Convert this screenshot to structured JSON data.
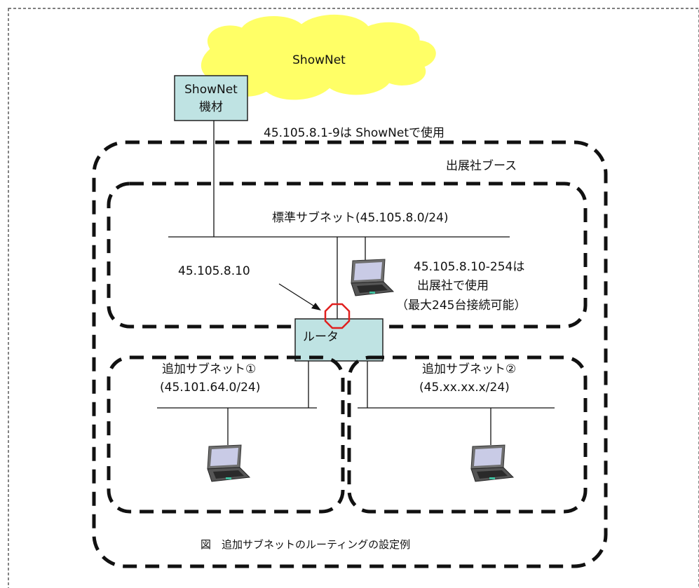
{
  "cloud": {
    "label": "ShowNet",
    "color": "#FFFF66"
  },
  "shownet_box": {
    "line1": "ShowNet",
    "line2": "機材",
    "color": "#BFE3E3"
  },
  "shownet_note": "45.105.8.1-9は ShowNetで使用",
  "booth_label": "出展社ブース",
  "standard_subnet": {
    "label": "標準サブネット(45.105.8.0/24)",
    "note_line1": "45.105.8.10-254は",
    "note_line2": "出展社で使用",
    "note_line3": "（最大245台接続可能）"
  },
  "router": {
    "label": "ルータ",
    "ip": "45.105.8.10",
    "color": "#BFE3E3",
    "highlight_color": "#E0201F"
  },
  "subnet1": {
    "line1": "追加サブネット①",
    "line2": "(45.101.64.0/24)"
  },
  "subnet2": {
    "line1": "追加サブネット②",
    "line2": "(45.xx.xx.x/24)"
  },
  "caption": "図　追加サブネットのルーティングの設定例",
  "icons": [
    "laptop-icon"
  ]
}
